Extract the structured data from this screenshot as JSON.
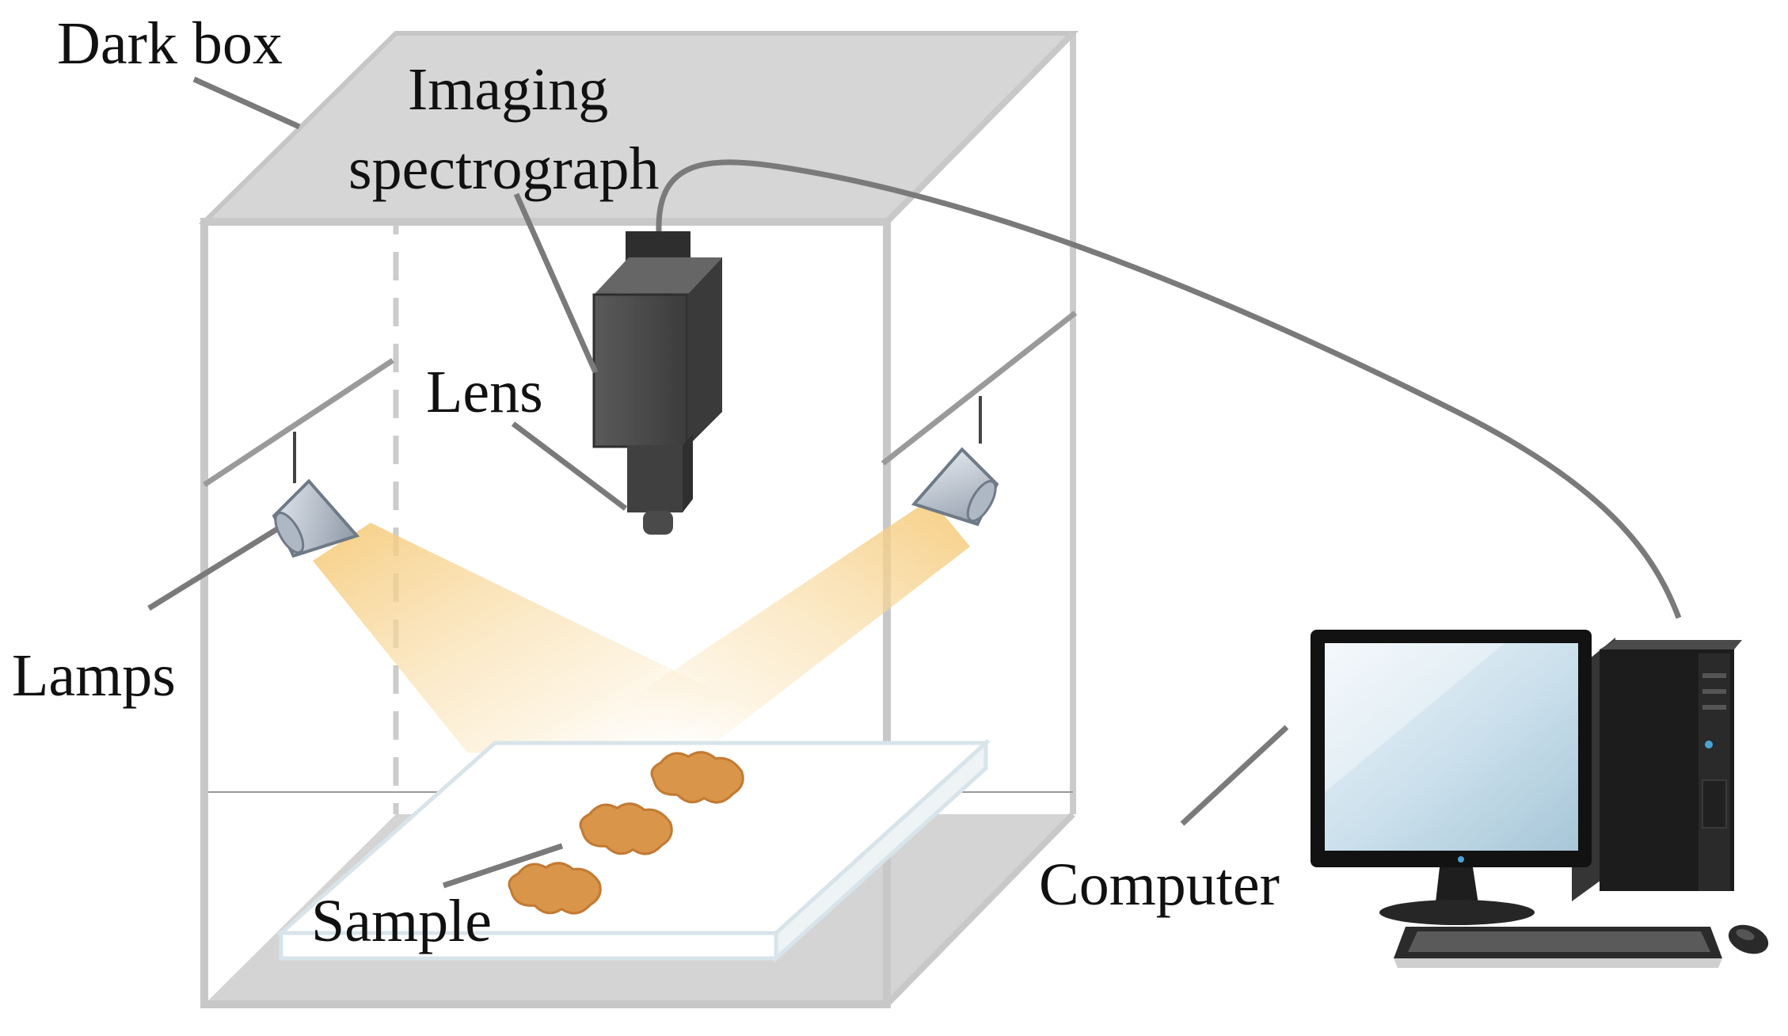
{
  "labels": {
    "dark_box": "Dark box",
    "imaging_line1": "Imaging",
    "imaging_line2": "spectrograph",
    "lens": "Lens",
    "lamps": "Lamps",
    "sample": "Sample",
    "computer": "Computer"
  },
  "colors": {
    "box_edge": "#c8c8c8",
    "box_lid": "#d6d6d6",
    "leader_line": "#7a7a7a",
    "camera_body": "#4a4a4a",
    "light_beam": "#f7d899",
    "sample": "#d9954a",
    "monitor_screen": "#bcd6e6",
    "computer_body": "#1a1a1a"
  },
  "icons": [
    "camera-icon",
    "lamp-icon",
    "computer-icon",
    "sample-icon"
  ]
}
